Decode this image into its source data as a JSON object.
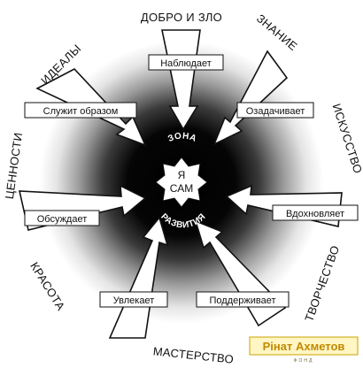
{
  "outer_labels": {
    "good_evil": "ДОБРО И ЗЛО",
    "ideals": "ИДЕАЛЫ",
    "knowledge": "ЗНАНИЕ",
    "art": "ИСКУССТВО",
    "values": "ЦЕННОСТИ",
    "creativity": "ТВОРЧЕСТВО",
    "beauty": "КРАСОТА",
    "mastery": "МАСТЕРСТВО"
  },
  "arrow_labels": {
    "observes": "Наблюдает",
    "serves_as_model": "Служит образом",
    "puzzles": "Озадачивает",
    "discusses": "Обсуждает",
    "inspires": "Вдохновляет",
    "fascinates": "Увлекает",
    "supports": "Поддерживает"
  },
  "zone": {
    "top": "ЗОНА",
    "bottom": "РАЗВИТИЯ"
  },
  "center": {
    "line1": "Я",
    "line2": "САМ"
  },
  "logo": {
    "name": "Рінат Ахметов",
    "sub": "ФОНД"
  },
  "colors": {
    "core": "#000000",
    "background": "#ffffff",
    "logo_text": "#c28a00",
    "logo_fill": "#fff6c4"
  }
}
